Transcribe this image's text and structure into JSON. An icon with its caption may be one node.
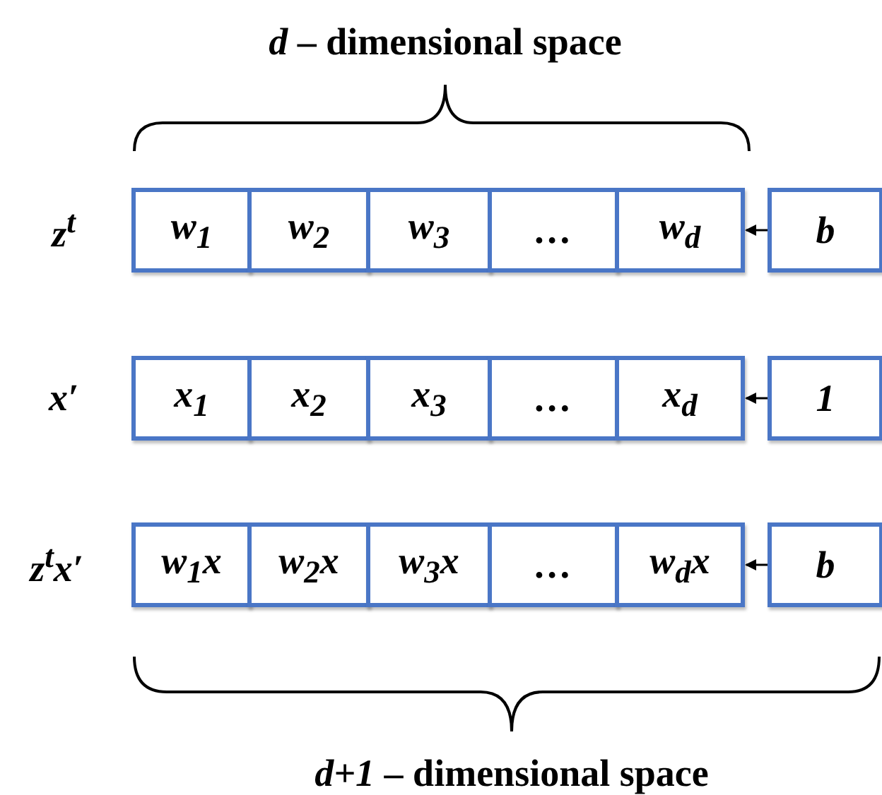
{
  "diagram": {
    "nodes": [
      {
        "text": [
          "w$_{1}$"
        ]
      },
      {
        "text": [
          "w$_{2}$"
        ]
      },
      {
        "text": [
          "w$_{3}$"
        ]
      },
      {
        "text": [
          "…"
        ]
      },
      {
        "text": [
          "w$_{d}$"
        ]
      },
      {
        "text": [
          "b"
        ]
      },
      {
        "text": [
          "x$_{1}$"
        ]
      },
      {
        "text": [
          "x$_{2}$"
        ]
      },
      {
        "text": [
          "x$_{3}$"
        ]
      },
      {
        "text": [
          "…"
        ]
      },
      {
        "text": [
          "x$_{d}$"
        ]
      },
      {
        "text": [
          "1"
        ]
      },
      {
        "text": [
          "w$_{1}$x"
        ]
      },
      {
        "text": [
          "w$_{2}$x"
        ]
      },
      {
        "text": [
          "w$_{3}$x"
        ]
      },
      {
        "text": [
          "…"
        ]
      },
      {
        "text": [
          "w$_{d}$x"
        ]
      },
      {
        "text": [
          "b"
        ]
      }
    ],
    "edges": [
      {
        "from": 5,
        "to": 4,
        "arrow": "to"
      },
      {
        "from": 11,
        "to": 10,
        "arrow": "to"
      },
      {
        "from": 17,
        "to": 16,
        "arrow": "to"
      }
    ],
    "labels": [
      "*d* – dimensional space",
      "z$^{t}$",
      "x′",
      "z$^{t}$x′",
      "*d+1* – dimensional space"
    ]
  }
}
